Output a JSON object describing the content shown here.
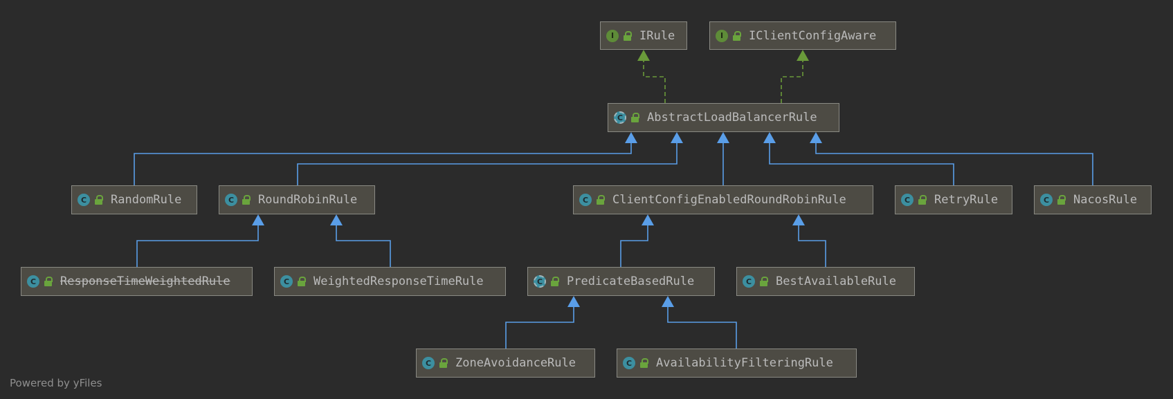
{
  "nodes": [
    {
      "id": "irule",
      "label": "IRule",
      "kind": "interface",
      "badge": "I",
      "deprecated": false
    },
    {
      "id": "iclient",
      "label": "IClientConfigAware",
      "kind": "interface",
      "badge": "I",
      "deprecated": false
    },
    {
      "id": "alb",
      "label": "AbstractLoadBalancerRule",
      "kind": "abstract",
      "badge": "C",
      "deprecated": false
    },
    {
      "id": "random",
      "label": "RandomRule",
      "kind": "class",
      "badge": "C",
      "deprecated": false
    },
    {
      "id": "rr",
      "label": "RoundRobinRule",
      "kind": "class",
      "badge": "C",
      "deprecated": false
    },
    {
      "id": "ccerr",
      "label": "ClientConfigEnabledRoundRobinRule",
      "kind": "class",
      "badge": "C",
      "deprecated": false
    },
    {
      "id": "retry",
      "label": "RetryRule",
      "kind": "class",
      "badge": "C",
      "deprecated": false
    },
    {
      "id": "nacos",
      "label": "NacosRule",
      "kind": "class",
      "badge": "C",
      "deprecated": false
    },
    {
      "id": "rtw",
      "label": "ResponseTimeWeightedRule",
      "kind": "class",
      "badge": "C",
      "deprecated": true
    },
    {
      "id": "wrt",
      "label": "WeightedResponseTimeRule",
      "kind": "class",
      "badge": "C",
      "deprecated": false
    },
    {
      "id": "pbr",
      "label": "PredicateBasedRule",
      "kind": "abstract",
      "badge": "C",
      "deprecated": false
    },
    {
      "id": "bar",
      "label": "BestAvailableRule",
      "kind": "class",
      "badge": "C",
      "deprecated": false
    },
    {
      "id": "zar",
      "label": "ZoneAvoidanceRule",
      "kind": "class",
      "badge": "C",
      "deprecated": false
    },
    {
      "id": "afr",
      "label": "AvailabilityFilteringRule",
      "kind": "class",
      "badge": "C",
      "deprecated": false
    }
  ],
  "edges": [
    {
      "from": "alb",
      "to": "irule",
      "type": "implements"
    },
    {
      "from": "alb",
      "to": "iclient",
      "type": "implements"
    },
    {
      "from": "random",
      "to": "alb",
      "type": "extends"
    },
    {
      "from": "rr",
      "to": "alb",
      "type": "extends"
    },
    {
      "from": "ccerr",
      "to": "alb",
      "type": "extends"
    },
    {
      "from": "retry",
      "to": "alb",
      "type": "extends"
    },
    {
      "from": "nacos",
      "to": "alb",
      "type": "extends"
    },
    {
      "from": "rtw",
      "to": "rr",
      "type": "extends"
    },
    {
      "from": "wrt",
      "to": "rr",
      "type": "extends"
    },
    {
      "from": "pbr",
      "to": "ccerr",
      "type": "extends"
    },
    {
      "from": "bar",
      "to": "ccerr",
      "type": "extends"
    },
    {
      "from": "zar",
      "to": "pbr",
      "type": "extends"
    },
    {
      "from": "afr",
      "to": "pbr",
      "type": "extends"
    }
  ],
  "colors": {
    "implements": "#6a9a3a",
    "extends": "#5a9ee8"
  },
  "footer": "Powered by yFiles"
}
